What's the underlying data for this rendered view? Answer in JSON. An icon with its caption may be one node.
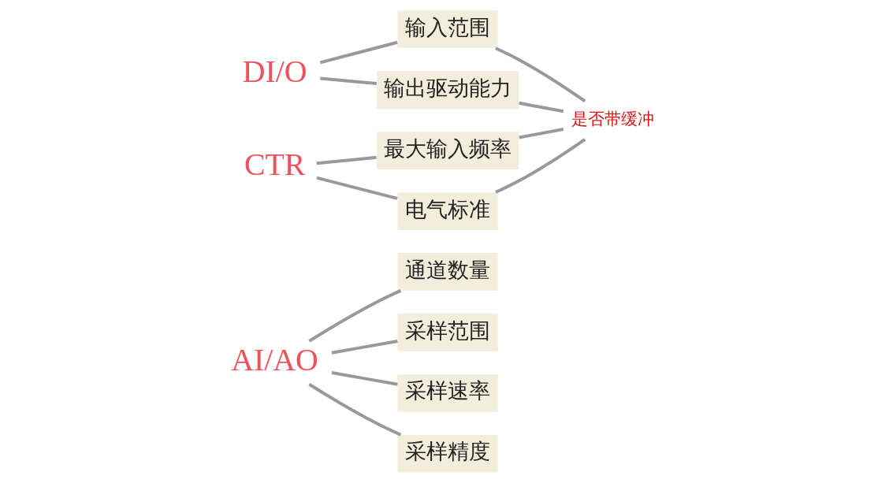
{
  "diagram": {
    "nodes": [
      {
        "text": [
          "AI/AO"
        ]
      },
      {
        "text": [
          "通道数量"
        ]
      },
      {
        "text": [
          "采样范围"
        ]
      },
      {
        "text": [
          "采样速率"
        ]
      },
      {
        "text": [
          "采样精度"
        ]
      },
      {
        "text": [
          "DI/O"
        ]
      },
      {
        "text": [
          "输入范围"
        ]
      },
      {
        "text": [
          "输出驱动能力"
        ]
      },
      {
        "text": [
          "CTR"
        ]
      },
      {
        "text": [
          "最大输入频率"
        ]
      },
      {
        "text": [
          "电气标准"
        ]
      },
      {
        "text": [
          "是否带缓冲"
        ]
      }
    ],
    "edges": [
      {
        "from": 0,
        "to": 1,
        "arrow": "none"
      },
      {
        "from": 0,
        "to": 2,
        "arrow": "none"
      },
      {
        "from": 0,
        "to": 3,
        "arrow": "none"
      },
      {
        "from": 0,
        "to": 4,
        "arrow": "none"
      },
      {
        "from": 5,
        "to": 6,
        "arrow": "none"
      },
      {
        "from": 5,
        "to": 7,
        "arrow": "none"
      },
      {
        "from": 8,
        "to": 9,
        "arrow": "none"
      },
      {
        "from": 8,
        "to": 10,
        "arrow": "none"
      },
      {
        "from": 6,
        "to": 11,
        "arrow": "none"
      },
      {
        "from": 7,
        "to": 11,
        "arrow": "none"
      },
      {
        "from": 9,
        "to": 11,
        "arrow": "none"
      },
      {
        "from": 10,
        "to": 11,
        "arrow": "none"
      }
    ]
  }
}
